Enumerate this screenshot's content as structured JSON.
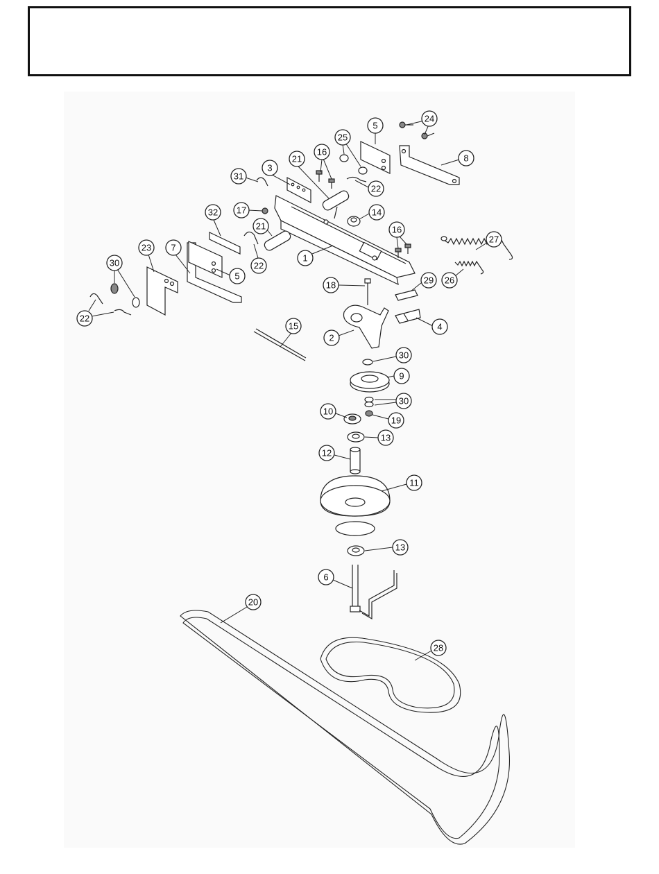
{
  "header": {
    "title": ""
  },
  "callouts": [
    {
      "id": "c-24",
      "label": "24"
    },
    {
      "id": "c-5a",
      "label": "5"
    },
    {
      "id": "c-25",
      "label": "25"
    },
    {
      "id": "c-16a",
      "label": "16"
    },
    {
      "id": "c-21a",
      "label": "21"
    },
    {
      "id": "c-3",
      "label": "3"
    },
    {
      "id": "c-31",
      "label": "31"
    },
    {
      "id": "c-8",
      "label": "8"
    },
    {
      "id": "c-22a",
      "label": "22"
    },
    {
      "id": "c-32",
      "label": "32"
    },
    {
      "id": "c-17",
      "label": "17"
    },
    {
      "id": "c-14",
      "label": "14"
    },
    {
      "id": "c-21b",
      "label": "21"
    },
    {
      "id": "c-16b",
      "label": "16"
    },
    {
      "id": "c-27",
      "label": "27"
    },
    {
      "id": "c-23",
      "label": "23"
    },
    {
      "id": "c-7",
      "label": "7"
    },
    {
      "id": "c-1",
      "label": "1"
    },
    {
      "id": "c-22b",
      "label": "22"
    },
    {
      "id": "c-30a",
      "label": "30"
    },
    {
      "id": "c-5b",
      "label": "5"
    },
    {
      "id": "c-18",
      "label": "18"
    },
    {
      "id": "c-29",
      "label": "29"
    },
    {
      "id": "c-26",
      "label": "26"
    },
    {
      "id": "c-22c",
      "label": "22"
    },
    {
      "id": "c-15",
      "label": "15"
    },
    {
      "id": "c-4",
      "label": "4"
    },
    {
      "id": "c-2",
      "label": "2"
    },
    {
      "id": "c-30b",
      "label": "30"
    },
    {
      "id": "c-9",
      "label": "9"
    },
    {
      "id": "c-30c",
      "label": "30"
    },
    {
      "id": "c-10",
      "label": "10"
    },
    {
      "id": "c-19",
      "label": "19"
    },
    {
      "id": "c-13a",
      "label": "13"
    },
    {
      "id": "c-12",
      "label": "12"
    },
    {
      "id": "c-11",
      "label": "11"
    },
    {
      "id": "c-13b",
      "label": "13"
    },
    {
      "id": "c-6",
      "label": "6"
    },
    {
      "id": "c-20",
      "label": "20"
    },
    {
      "id": "c-28",
      "label": "28"
    }
  ]
}
